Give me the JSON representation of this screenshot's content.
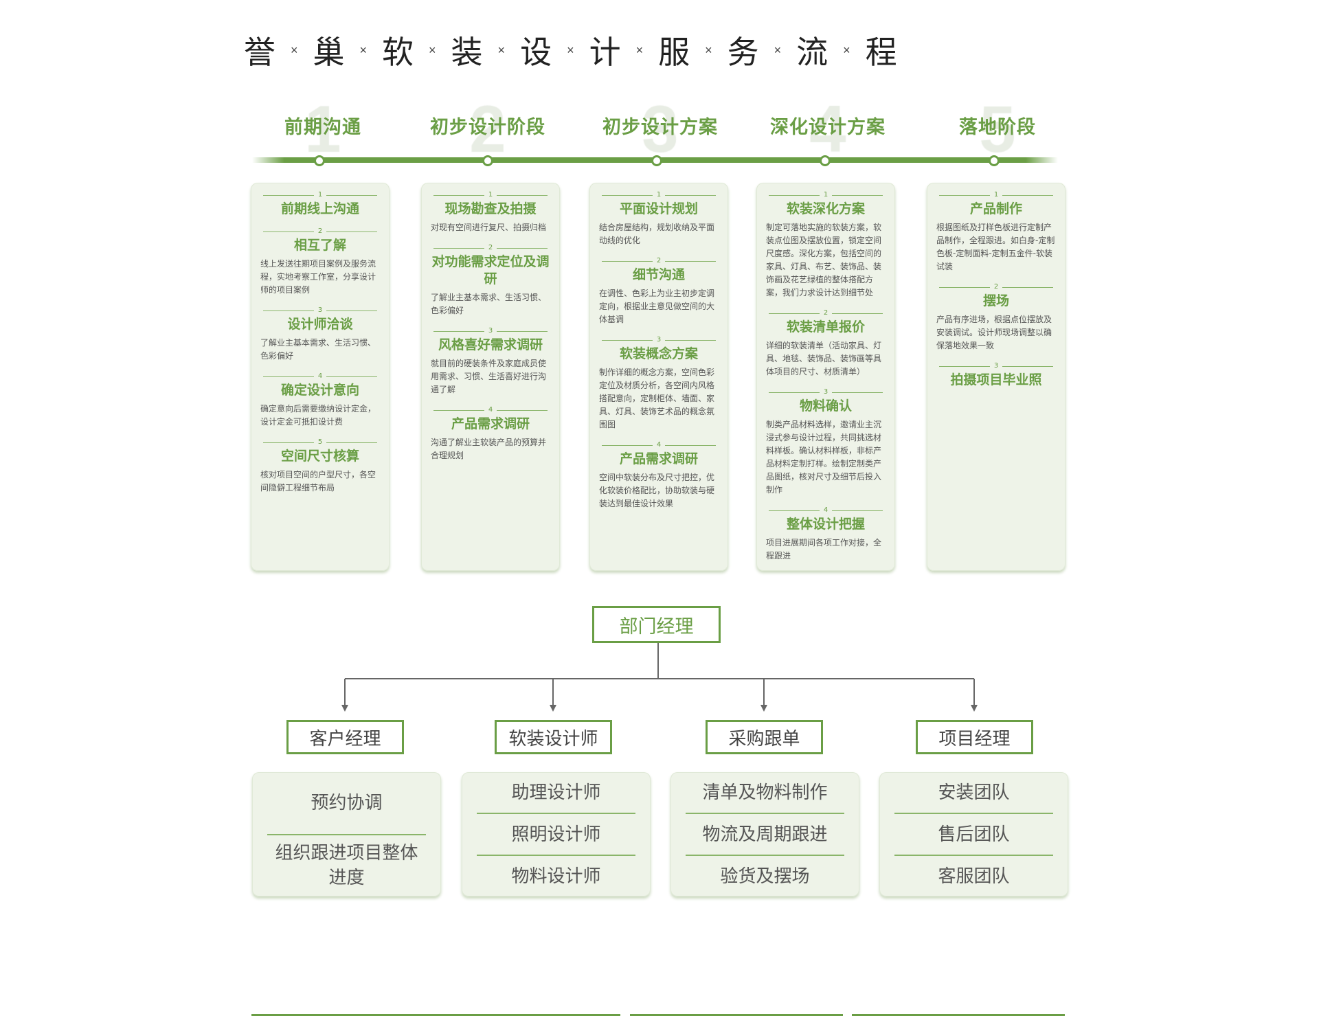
{
  "title": [
    "誉",
    "巢",
    "软",
    "装",
    "设",
    "计",
    "服",
    "务",
    "流",
    "程"
  ],
  "title_separator": "×",
  "colors": {
    "accent": "#6a9e45",
    "card_bg": "#eef3e8",
    "text": "#555555"
  },
  "phases": [
    {
      "big_number": "1",
      "name": "前期沟通",
      "steps": [
        {
          "num": "1",
          "title": "前期线上沟通",
          "desc": ""
        },
        {
          "num": "2",
          "title": "相互了解",
          "desc": "线上发送往期项目案例及服务流程，实地考察工作室，分享设计师的项目案例"
        },
        {
          "num": "3",
          "title": "设计师洽谈",
          "desc": "了解业主基本需求、生活习惯、色彩偏好"
        },
        {
          "num": "4",
          "title": "确定设计意向",
          "desc": "确定意向后需要缴纳设计定金，设计定金可抵扣设计费"
        },
        {
          "num": "5",
          "title": "空间尺寸核算",
          "desc": "核对项目空间的户型尺寸，各空间隐僻工程细节布局"
        }
      ]
    },
    {
      "big_number": "2",
      "name": "初步设计阶段",
      "steps": [
        {
          "num": "1",
          "title": "现场勘查及拍摄",
          "desc": "对现有空间进行复尺、拍摄归档"
        },
        {
          "num": "2",
          "title": "对功能需求定位及调研",
          "desc": "了解业主基本需求、生活习惯、色彩偏好"
        },
        {
          "num": "3",
          "title": "风格喜好需求调研",
          "desc": "就目前的硬装条件及家庭成员使用需求、习惯、生活喜好进行沟通了解"
        },
        {
          "num": "4",
          "title": "产品需求调研",
          "desc": "沟通了解业主软装产品的预算并合理规划"
        }
      ]
    },
    {
      "big_number": "3",
      "name": "初步设计方案",
      "steps": [
        {
          "num": "1",
          "title": "平面设计规划",
          "desc": "结合房屋结构，规划收纳及平面动线的优化"
        },
        {
          "num": "2",
          "title": "细节沟通",
          "desc": "在调性、色彩上为业主初步定调定向，根据业主意见做空间的大体基调"
        },
        {
          "num": "3",
          "title": "软装概念方案",
          "desc": "制作详细的概念方案，空间色彩定位及材质分析，各空间内风格搭配意向，定制柜体、墙面、家具、灯具、装饰艺术品的概念氛围图"
        },
        {
          "num": "4",
          "title": "产品需求调研",
          "desc": "空间中软装分布及尺寸把控，优化软装价格配比，协助软装与硬装达到最佳设计效果"
        }
      ]
    },
    {
      "big_number": "4",
      "name": "深化设计方案",
      "steps": [
        {
          "num": "1",
          "title": "软装深化方案",
          "desc": "制定可落地实施的软装方案，软装点位图及摆放位置，锁定空间尺度感。深化方案，包括空间的家具、灯具、布艺、装饰品、装饰画及花艺绿植的整体搭配方案，我们力求设计达到细节处"
        },
        {
          "num": "2",
          "title": "软装清单报价",
          "desc": "详细的软装清单（活动家具、灯具、地毯、装饰品、装饰画等具体项目的尺寸、材质清单）"
        },
        {
          "num": "3",
          "title": "物料确认",
          "desc": "制类产品材料选样，邀请业主沉浸式参与设计过程，共同挑选材料样板。确认材料样板，非标产品材料定制打样。绘制定制类产品图纸，核对尺寸及细节后投入制作"
        },
        {
          "num": "4",
          "title": "整体设计把握",
          "desc": "项目进展期间各项工作对接，全程跟进"
        }
      ]
    },
    {
      "big_number": "5",
      "name": "落地阶段",
      "steps": [
        {
          "num": "1",
          "title": "产品制作",
          "desc": "根据图纸及打样色板进行定制产品制作，全程跟进。如白身-定制色板-定制面料-定制五金件-软装试装"
        },
        {
          "num": "2",
          "title": "摆场",
          "desc": "产品有序进场，根据点位摆放及安装调试。设计师现场调整以确保落地效果一致"
        },
        {
          "num": "3",
          "title": "拍摄项目毕业照",
          "desc": ""
        }
      ]
    }
  ],
  "org": {
    "manager": "部门经理",
    "roles": [
      {
        "name": "客户经理",
        "teams": [
          "预约协调",
          "组织跟进项目整体进度"
        ]
      },
      {
        "name": "软装设计师",
        "teams": [
          "助理设计师",
          "照明设计师",
          "物料设计师"
        ]
      },
      {
        "name": "采购跟单",
        "teams": [
          "清单及物料制作",
          "物流及周期跟进",
          "验货及摆场"
        ]
      },
      {
        "name": "项目经理",
        "teams": [
          "安装团队",
          "售后团队",
          "客服团队"
        ]
      }
    ]
  }
}
